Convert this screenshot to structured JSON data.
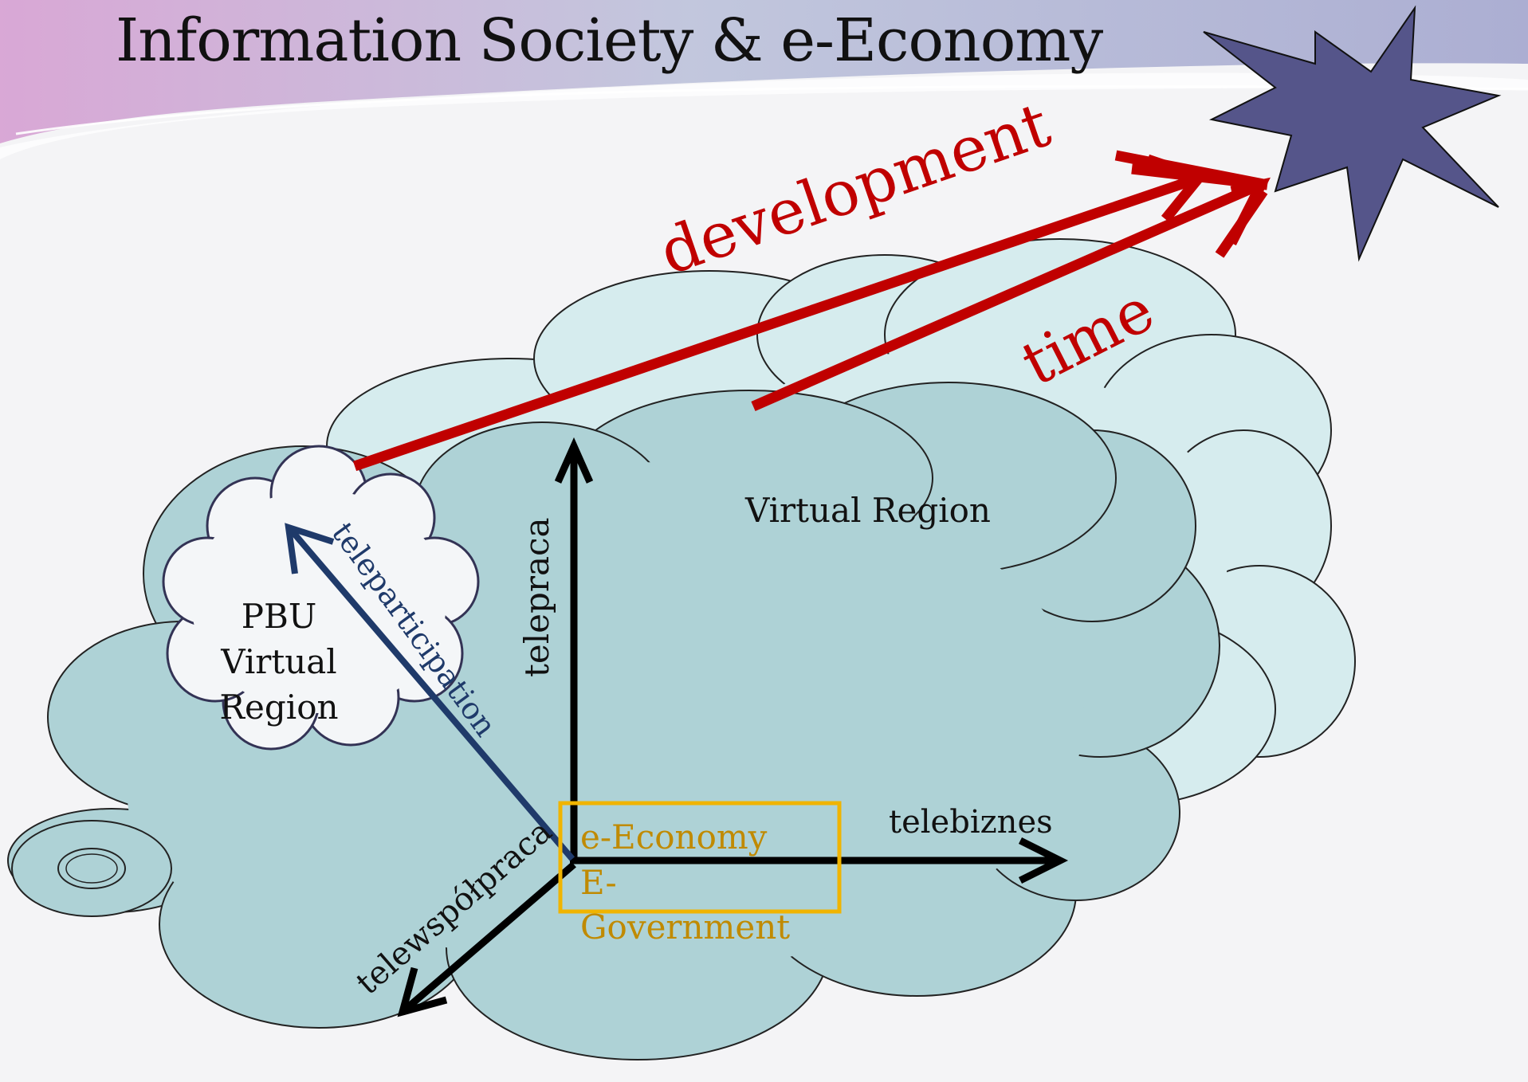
{
  "slide": {
    "title": "Information Society & e-Economy"
  },
  "diagram": {
    "development_label": "development",
    "time_label": "time",
    "virtual_region_label": "Virtual Region",
    "pbu_cloud": {
      "line1": "PBU",
      "line2": "Virtual",
      "line3": "Region"
    },
    "axes": {
      "vertical": "telepraca",
      "horizontal": "telebiznes",
      "diagonal_down": "telewspółpraca",
      "diagonal_up": "teleparticipation"
    },
    "center_box": {
      "line1": "e-Economy",
      "line2": "E-",
      "line3": "Government"
    }
  },
  "colors": {
    "red_arrow": "#c00000",
    "navy_arrow": "#1f3a6a",
    "cloud_back": "#d6ecee",
    "cloud_front": "#aed2d6",
    "pbu_cloud": "#f4f6f8",
    "star": "#55558a",
    "box_outline": "#f0b400",
    "box_text": "#c08a00"
  }
}
